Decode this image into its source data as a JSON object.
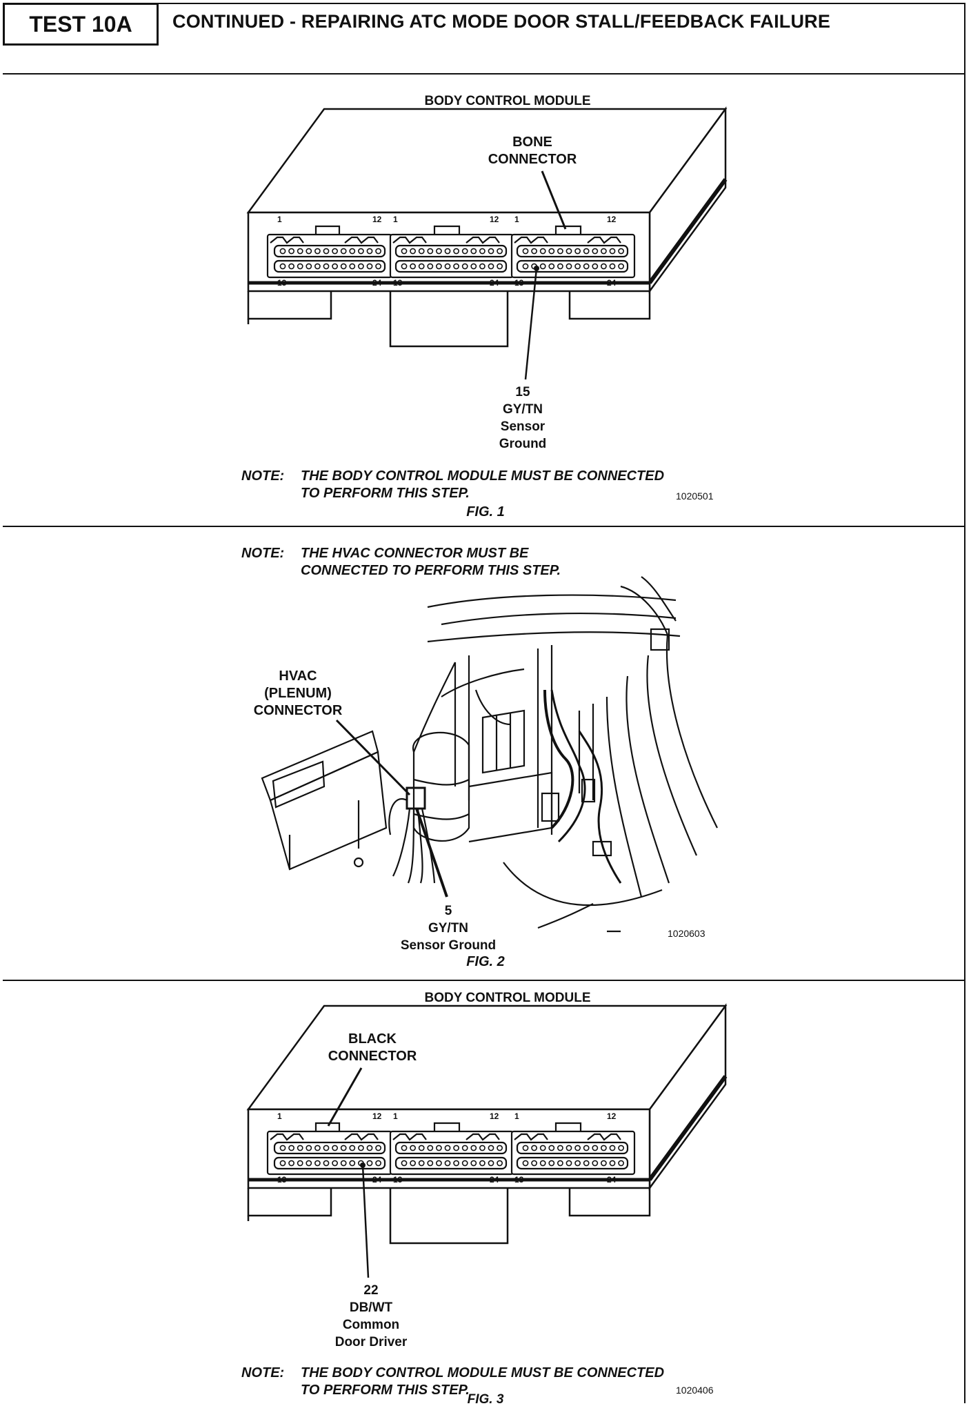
{
  "header": {
    "test_id": "TEST 10A",
    "title": "CONTINUED - REPAIRING ATC MODE DOOR STALL/FEEDBACK FAILURE"
  },
  "figures": [
    {
      "fig_label": "FIG. 1",
      "module_title": "BODY CONTROL MODULE",
      "connector_label_line1": "BONE",
      "connector_label_line2": "CONNECTOR",
      "pin_callout": [
        "15",
        "GY/TN",
        "Sensor",
        "Ground"
      ],
      "note_prefix": "NOTE:",
      "note_line1": "THE BODY CONTROL MODULE MUST BE CONNECTED",
      "note_line2": "TO PERFORM THIS STEP.",
      "image_code": "1020501",
      "pin_numbers_top": [
        "1",
        "12",
        "1",
        "12",
        "1",
        "12"
      ],
      "pin_numbers_bottom": [
        "13",
        "24",
        "13",
        "24",
        "13",
        "24"
      ]
    },
    {
      "fig_label": "FIG. 2",
      "note_prefix": "NOTE:",
      "note_line1": "THE HVAC CONNECTOR MUST BE",
      "note_line2": "CONNECTED TO PERFORM THIS STEP.",
      "connector_label": [
        "HVAC",
        "(PLENUM)",
        "CONNECTOR"
      ],
      "pin_callout": [
        "5",
        "GY/TN",
        "Sensor Ground"
      ],
      "image_code": "1020603"
    },
    {
      "fig_label": "FIG. 3",
      "module_title": "BODY CONTROL MODULE",
      "connector_label_line1": "BLACK",
      "connector_label_line2": "CONNECTOR",
      "pin_callout": [
        "22",
        "DB/WT",
        "Common",
        "Door Driver"
      ],
      "note_prefix": "NOTE:",
      "note_line1": "THE BODY CONTROL MODULE MUST BE CONNECTED",
      "note_line2": "TO PERFORM THIS STEP.",
      "image_code": "1020406",
      "pin_numbers_top": [
        "1",
        "12",
        "1",
        "12",
        "1",
        "12"
      ],
      "pin_numbers_bottom": [
        "13",
        "24",
        "13",
        "24",
        "13",
        "24"
      ]
    }
  ]
}
